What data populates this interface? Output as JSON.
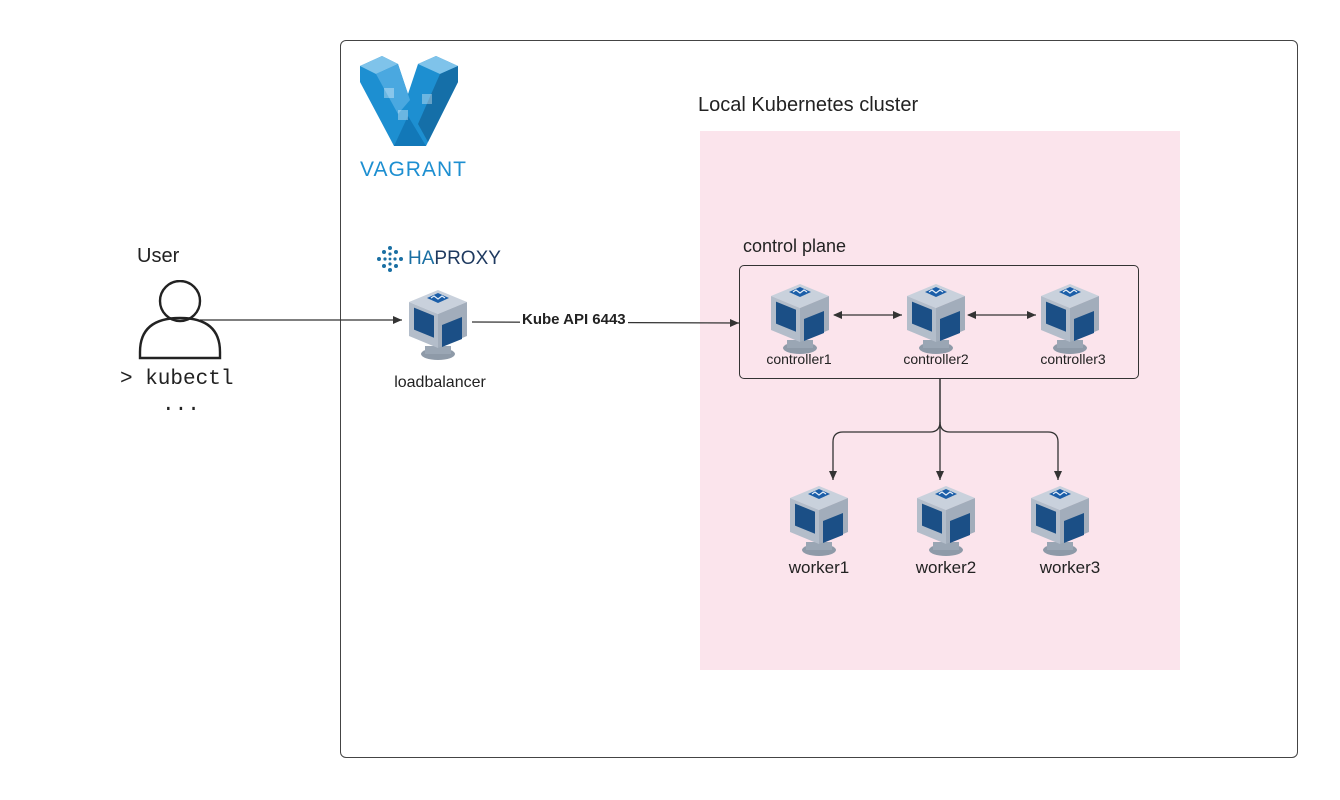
{
  "vagrant": {
    "brand_text": "VAGRANT"
  },
  "haproxy": {
    "brand_text_ha": "HA",
    "brand_text_proxy": "PROXY"
  },
  "user": {
    "title": "User",
    "command": "> kubectl",
    "ellipsis": "..."
  },
  "cluster": {
    "title": "Local Kubernetes cluster"
  },
  "control_plane": {
    "title": "control plane"
  },
  "edge": {
    "label": "Kube API 6443"
  },
  "nodes": {
    "loadbalancer": "loadbalancer",
    "controller1": "controller1",
    "controller2": "controller2",
    "controller3": "controller3",
    "worker1": "worker1",
    "worker2": "worker2",
    "worker3": "worker3"
  },
  "colors": {
    "cluster_fill": "#fbe4ec",
    "vagrant_blue": "#1d8fd1",
    "haproxy_blue": "#1a6fa3",
    "vbox_blue": "#1b5ea8",
    "line": "#333333"
  }
}
